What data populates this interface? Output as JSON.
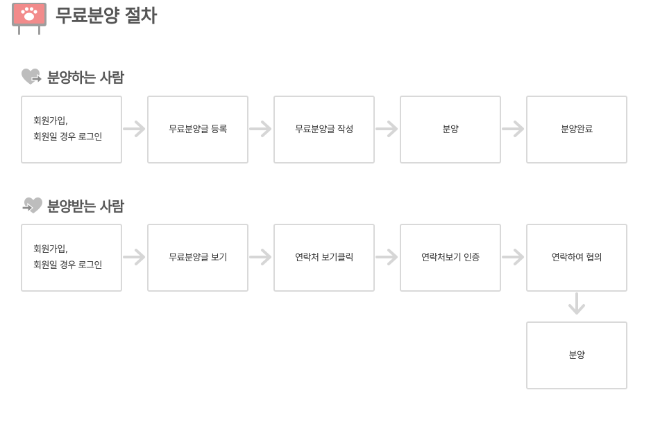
{
  "title": "무료분양 절차",
  "sections": [
    {
      "heading": "분양하는 사람",
      "steps": [
        "회원가입,\n회원일 경우 로그인",
        "무료분양글 등록",
        "무료분양글 작성",
        "분양",
        "분양완료"
      ]
    },
    {
      "heading": "분양받는 사람",
      "steps": [
        "회원가입,\n회원일 경우 로그인",
        "무료분양글 보기",
        "연락처 보기클릭",
        "연락처보기 인증",
        "연락하여 협의",
        "분양"
      ]
    }
  ],
  "colors": {
    "box_border": "#d9d9d9",
    "arrow": "#d6d6d6",
    "icon_gray": "#bdbdbd",
    "logo_pink": "#f28b8b",
    "title_text": "#555555"
  },
  "icons": {
    "logo": "paw-easel-icon",
    "section": "heart-arrow-icon",
    "connector": "arrow-right-icon",
    "connector_down": "arrow-down-icon"
  }
}
